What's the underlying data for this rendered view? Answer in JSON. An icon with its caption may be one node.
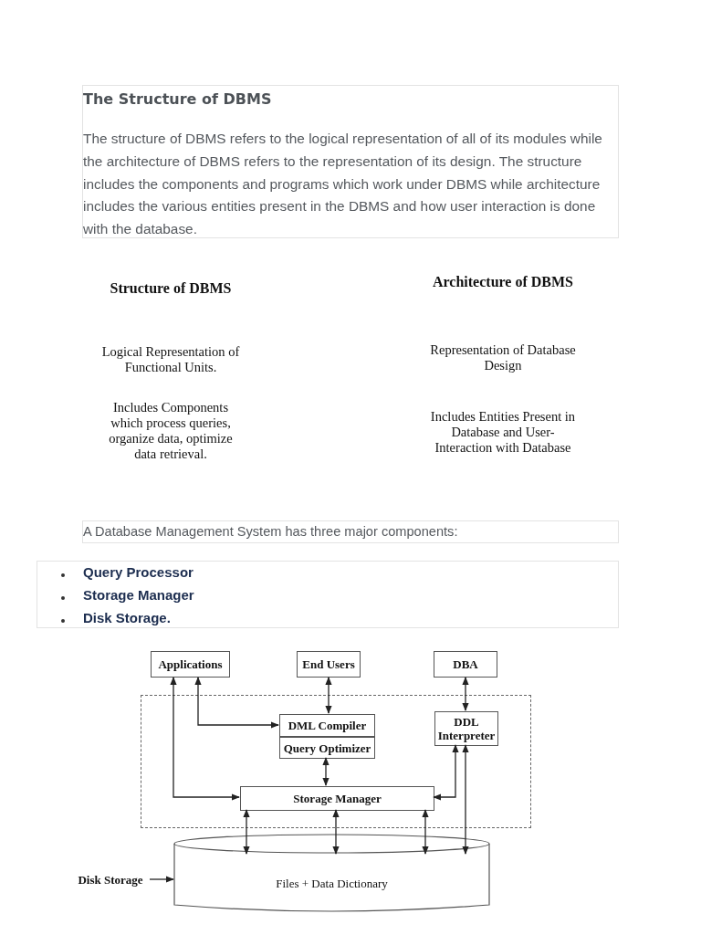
{
  "diagram": {
    "title": "The Structure of DBMS",
    "nodes": [
      {
        "text": [
          "Applications"
        ]
      },
      {
        "text": [
          "End Users"
        ]
      },
      {
        "text": [
          "DBA"
        ]
      },
      {
        "text": [],
        "shape": "box"
      },
      {
        "text": [
          "DML Compiler"
        ],
        "in": 3
      },
      {
        "text": [
          "Query Optimizer"
        ],
        "in": 3
      },
      {
        "text": [
          "DDL Interpreter"
        ],
        "in": 3
      },
      {
        "text": [
          "Storage Manager"
        ],
        "in": 3
      },
      {
        "text": [
          "Files + Data Dictionary"
        ]
      },
      {
        "text": [
          "Disk Storage"
        ]
      }
    ],
    "edges": [
      {
        "from": 0,
        "to": 7,
        "arrow": "both"
      },
      {
        "from": 0,
        "to": 4,
        "arrow": "both"
      },
      {
        "from": 1,
        "to": 4,
        "arrow": "both"
      },
      {
        "from": 2,
        "to": 6,
        "arrow": "both"
      },
      {
        "from": 5,
        "to": 7,
        "arrow": "both"
      },
      {
        "from": 7,
        "to": 6,
        "arrow": "both"
      },
      {
        "from": 8,
        "to": 6,
        "arrow": "both"
      },
      {
        "from": 7,
        "to": 8,
        "arrow": "both"
      },
      {
        "from": 7,
        "to": 8,
        "arrow": "both"
      },
      {
        "from": 7,
        "to": 8,
        "arrow": "both"
      },
      {
        "from": 9,
        "to": 8,
        "arrow": "to"
      }
    ],
    "labels": [
      "The structure of DBMS refers to the logical representation of all of its modules while the architecture of DBMS refers to the representation of its design. The structure includes the components and programs which work under DBMS while architecture includes the various entities present in the DBMS and how user interaction is done with the database.",
      "Structure of DBMS",
      "Architecture of DBMS",
      "Logical Representation of Functional Units.",
      "Representation of Database Design",
      "Includes Components which process queries, organize data, optimize data retrieval.",
      "Includes Entities Present in Database and User-Interaction with Database",
      "A Database Management System has three major components:",
      "Query Processor",
      "Storage Manager",
      "Disk Storage."
    ]
  }
}
